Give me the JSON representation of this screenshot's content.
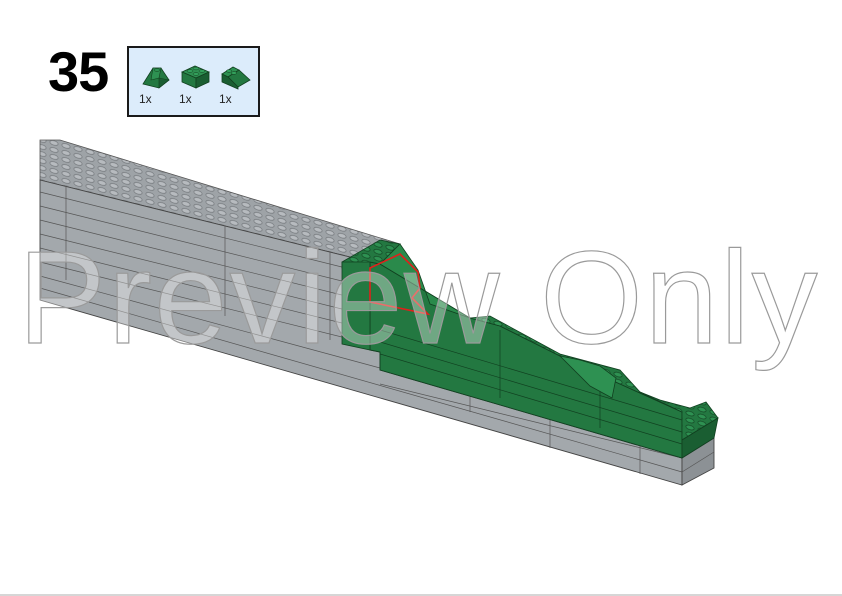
{
  "page": {
    "type": "building-instructions",
    "step_number": "35",
    "watermark": "Preview Only"
  },
  "parts_callout": {
    "background": "#dcecfb",
    "border": "#1a1a1a",
    "parts": [
      {
        "name": "green-slope-corner-2x2",
        "icon": "slope-corner-icon",
        "qty": "1x",
        "color": "#237841"
      },
      {
        "name": "green-brick-2x2",
        "icon": "brick-2x2-icon",
        "qty": "1x",
        "color": "#237841"
      },
      {
        "name": "green-slope-2x2",
        "icon": "slope-2x2-icon",
        "qty": "1x",
        "color": "#237841"
      }
    ]
  },
  "model": {
    "description": "Light gray brick wall with green slope terrain; newly added parts outlined in red",
    "colors": {
      "gray": "#a0a5a9",
      "gray_dark": "#8a8f93",
      "green": "#237841",
      "green_dark": "#1a5e32",
      "highlight": "#e0201b"
    }
  }
}
